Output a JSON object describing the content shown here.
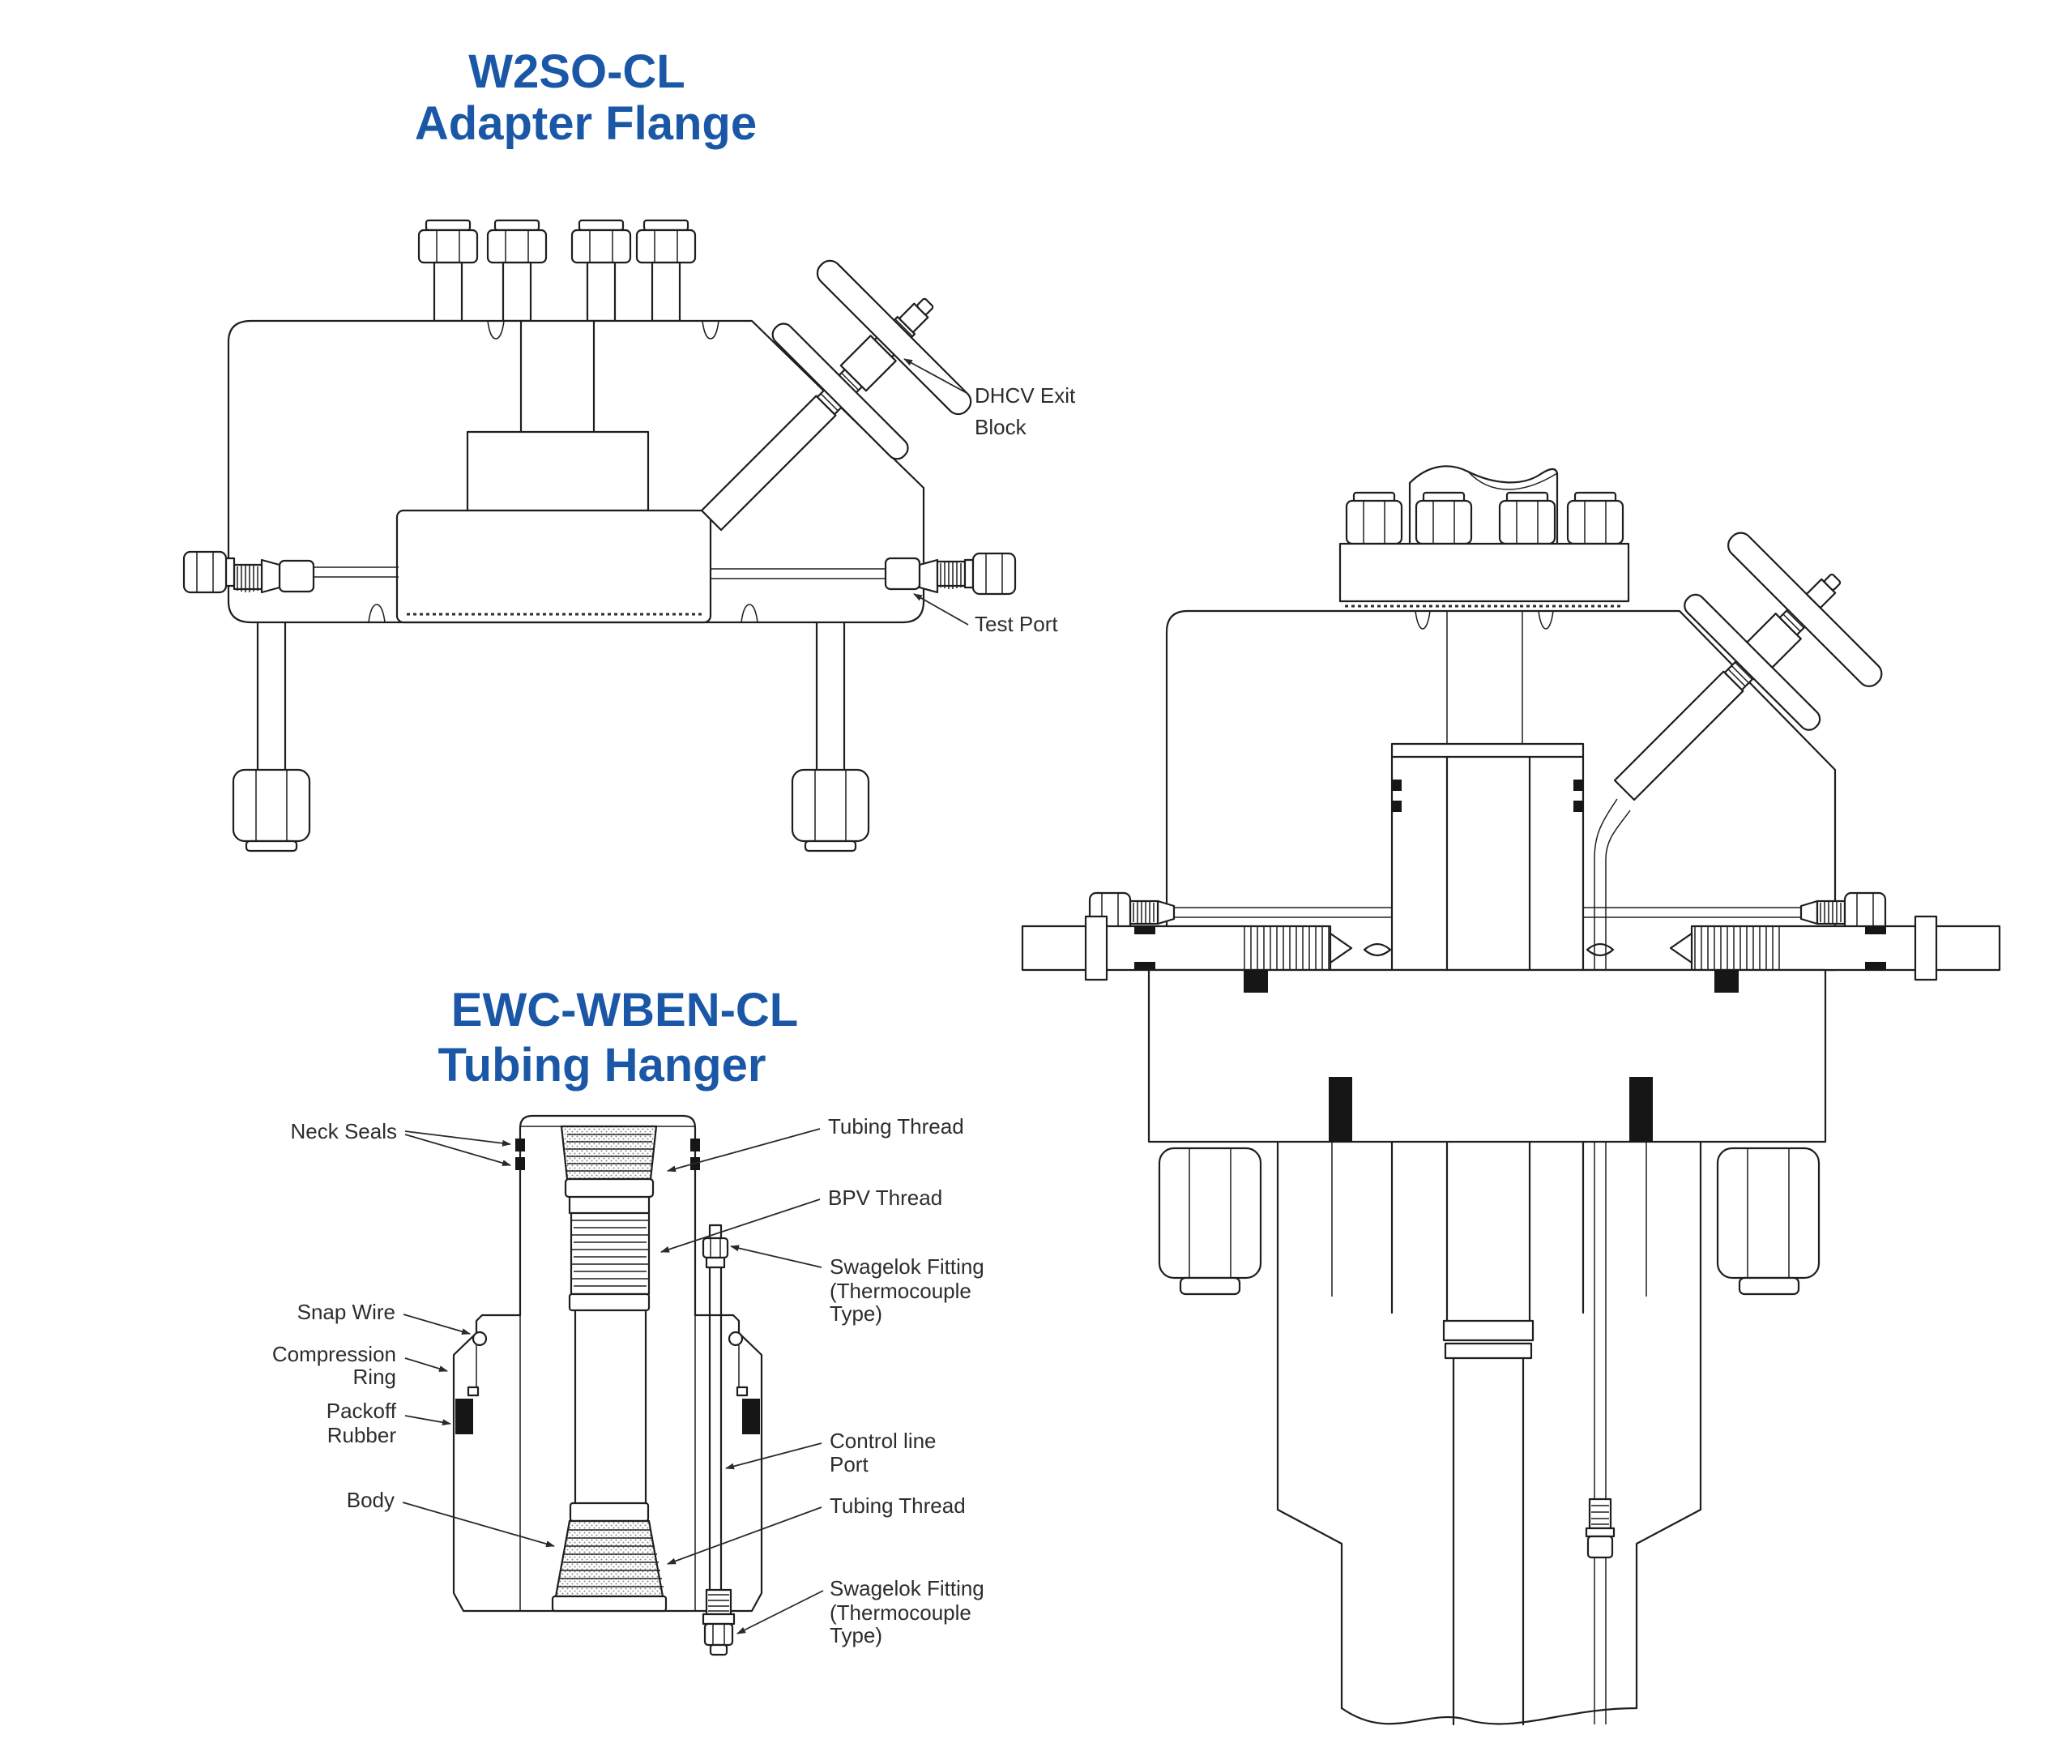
{
  "titles": {
    "flange_line1": "W2SO-CL",
    "flange_line2": "Adapter Flange",
    "hanger_line1": "EWC-WBEN-CL",
    "hanger_line2": "Tubing Hanger"
  },
  "flange_labels": {
    "dhcv_line1": "DHCV Exit",
    "dhcv_line2": "Block",
    "test_port": "Test Port"
  },
  "hanger_labels": {
    "neck_seals": "Neck Seals",
    "snap_wire": "Snap Wire",
    "compression_line1": "Compression",
    "compression_line2": "Ring",
    "packoff_line1": "Packoff",
    "packoff_line2": "Rubber",
    "body": "Body",
    "tubing_thread_top": "Tubing Thread",
    "bpv_thread": "BPV Thread",
    "swagelok_top_line1": "Swagelok Fitting",
    "swagelok_top_line2": "(Thermocouple",
    "swagelok_top_line3": "Type)",
    "control_line_line1": "Control line",
    "control_line_line2": "Port",
    "tubing_thread_bottom": "Tubing Thread",
    "swagelok_bottom_line1": "Swagelok Fitting",
    "swagelok_bottom_line2": "(Thermocouple",
    "swagelok_bottom_line3": "Type)"
  },
  "colors": {
    "title_blue": "#1a57a6",
    "line_ink": "#1e1e1e",
    "label_gray": "#2d2d2d"
  }
}
